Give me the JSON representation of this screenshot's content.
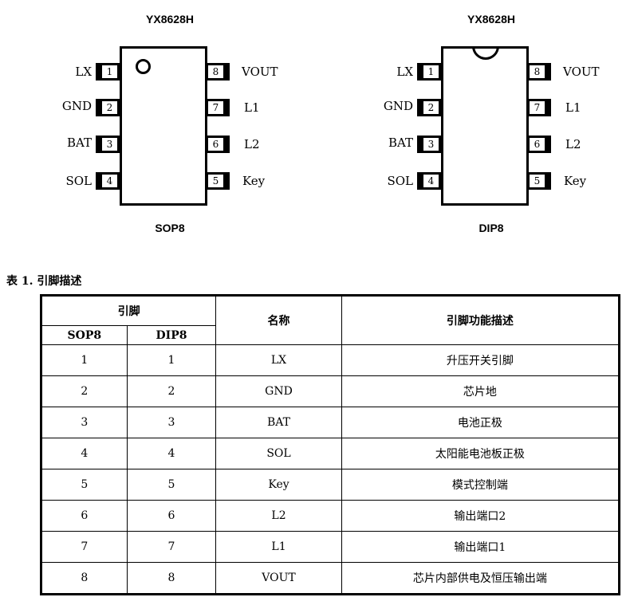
{
  "packages": [
    {
      "title": "YX8628H",
      "caption": "SOP8",
      "marker": "dot",
      "left_pins": [
        {
          "num": "1",
          "label": "LX"
        },
        {
          "num": "2",
          "label": "GND"
        },
        {
          "num": "3",
          "label": "BAT"
        },
        {
          "num": "4",
          "label": "SOL"
        }
      ],
      "right_pins": [
        {
          "num": "8",
          "label": "VOUT"
        },
        {
          "num": "7",
          "label": "L1"
        },
        {
          "num": "6",
          "label": "L2"
        },
        {
          "num": "5",
          "label": "Key"
        }
      ]
    },
    {
      "title": "YX8628H",
      "caption": "DIP8",
      "marker": "notch",
      "left_pins": [
        {
          "num": "1",
          "label": "LX"
        },
        {
          "num": "2",
          "label": "GND"
        },
        {
          "num": "3",
          "label": "BAT"
        },
        {
          "num": "4",
          "label": "SOL"
        }
      ],
      "right_pins": [
        {
          "num": "8",
          "label": "VOUT"
        },
        {
          "num": "7",
          "label": "L1"
        },
        {
          "num": "6",
          "label": "L2"
        },
        {
          "num": "5",
          "label": "Key"
        }
      ]
    }
  ],
  "table": {
    "caption": "表 1. 引脚描述",
    "header": {
      "pin_group": "引脚",
      "sop8": "SOP8",
      "dip8": "DIP8",
      "name": "名称",
      "description": "引脚功能描述"
    },
    "rows": [
      {
        "sop8": "1",
        "dip8": "1",
        "name": "LX",
        "description": "升压开关引脚"
      },
      {
        "sop8": "2",
        "dip8": "2",
        "name": "GND",
        "description": "芯片地"
      },
      {
        "sop8": "3",
        "dip8": "3",
        "name": "BAT",
        "description": "电池正极"
      },
      {
        "sop8": "4",
        "dip8": "4",
        "name": "SOL",
        "description": "太阳能电池板正极"
      },
      {
        "sop8": "5",
        "dip8": "5",
        "name": "Key",
        "description": "模式控制端"
      },
      {
        "sop8": "6",
        "dip8": "6",
        "name": "L2",
        "description": "输出端口2"
      },
      {
        "sop8": "7",
        "dip8": "7",
        "name": "L1",
        "description": "输出端口1"
      },
      {
        "sop8": "8",
        "dip8": "8",
        "name": "VOUT",
        "description": "芯片内部供电及恒压输出端"
      }
    ]
  }
}
